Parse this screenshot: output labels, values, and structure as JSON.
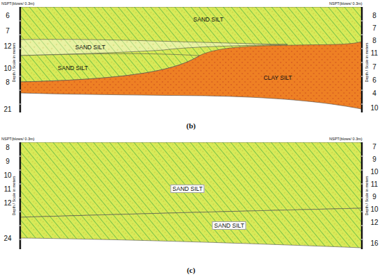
{
  "diagram": {
    "nodes": [
      {
        "text": [
          "SAND SILT"
        ]
      },
      {
        "text": [
          "SAND SILT"
        ]
      },
      {
        "text": [
          "SAND SILT"
        ]
      },
      {
        "text": [
          "CLAY SILT"
        ]
      },
      {
        "text": [
          "SAND SILT"
        ]
      },
      {
        "text": [
          "SAND SILT"
        ]
      }
    ],
    "labels": [
      "NSPT(blows/ 0.3m)",
      "NSPT(blows/ 0.3m)",
      "Depth / Scale in meters",
      "Depth / Scale in meters",
      "6",
      "7",
      "12",
      "10",
      "8",
      "21",
      "8",
      "7",
      "8",
      "11",
      "7",
      "6",
      "4",
      "10",
      "(b)",
      "NSPT(blows/ 0.3m)",
      "NSPT(blows/ 0.3m)",
      "Depth / Scale in meters",
      "Depth / Scale in meters",
      "8",
      "9",
      "10",
      "11",
      "12",
      "24",
      "7",
      "9",
      "10",
      "11",
      "9",
      "10",
      "12",
      "16",
      "(c)"
    ]
  }
}
